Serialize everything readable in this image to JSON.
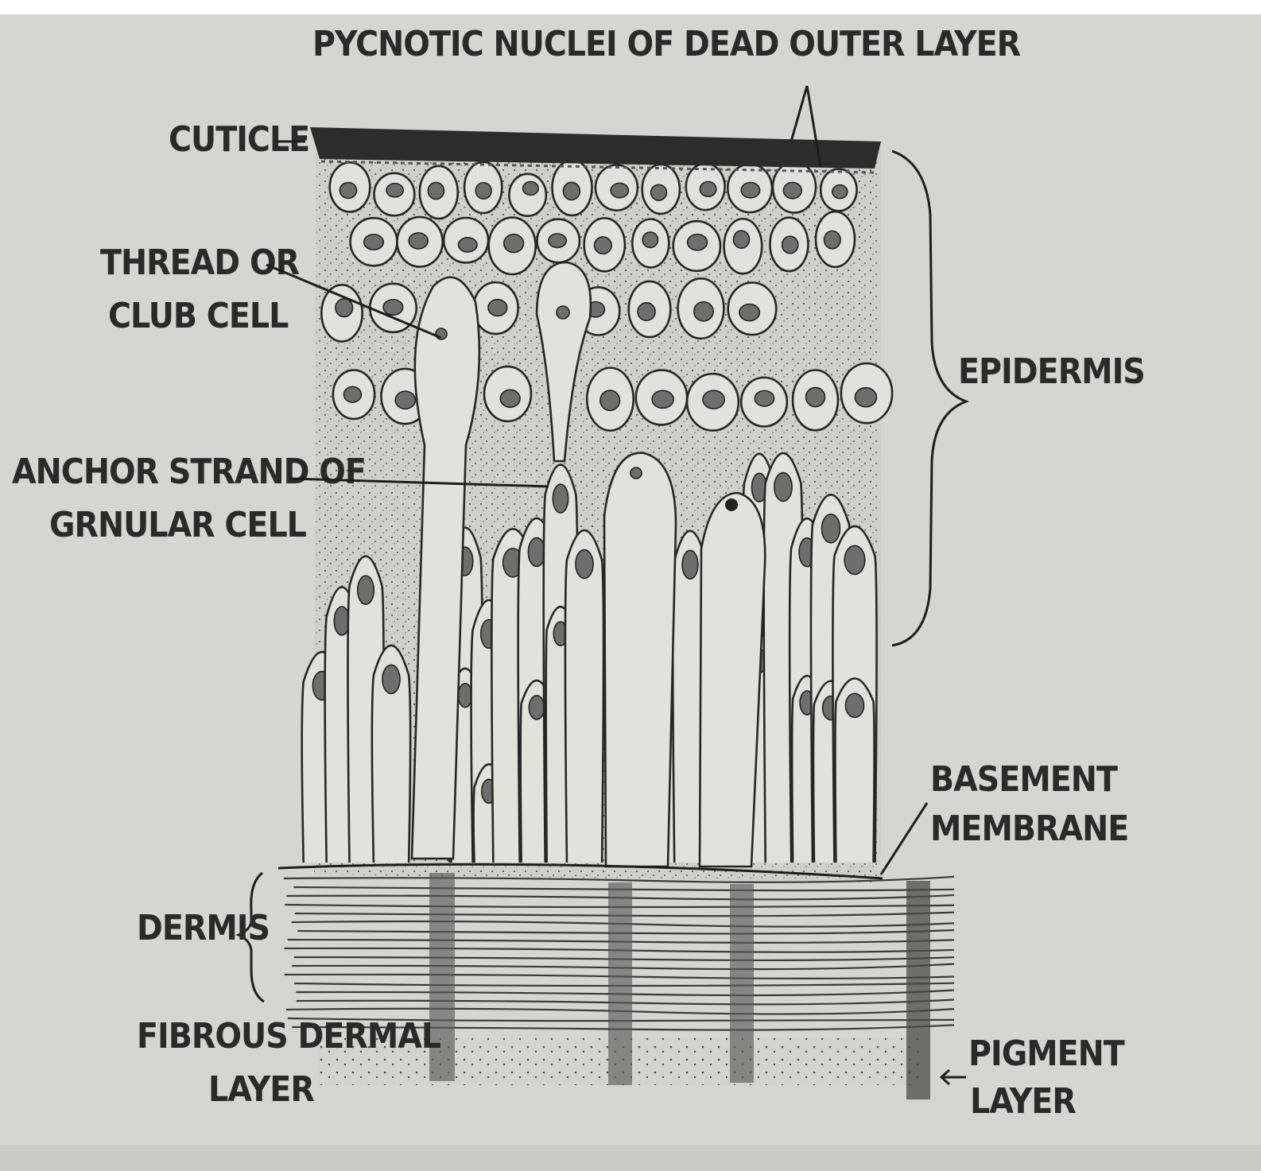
{
  "figure": {
    "labels": {
      "pycnotic": "PYCNOTIC NUCLEI OF DEAD OUTER LAYER",
      "cuticle": "CUTICLE",
      "thread_line1": "THREAD OR",
      "thread_line2": "CLUB CELL",
      "anchor_line1": "ANCHOR STRAND OF",
      "anchor_line2": "GRNULAR CELL",
      "epidermis": "EPIDERMIS",
      "basement_line1": "BASEMENT",
      "basement_line2": "MEMBRANE",
      "dermis": "DERMIS",
      "fibrous_line1": "FIBROUS DERMAL",
      "fibrous_line2": "LAYER",
      "pigment_line1": "PIGMENT",
      "pigment_line2": "LAYER"
    },
    "colors": {
      "paper": "#d5d5d3",
      "ink": "#262626",
      "cell_fill": "#e1e1de"
    }
  }
}
